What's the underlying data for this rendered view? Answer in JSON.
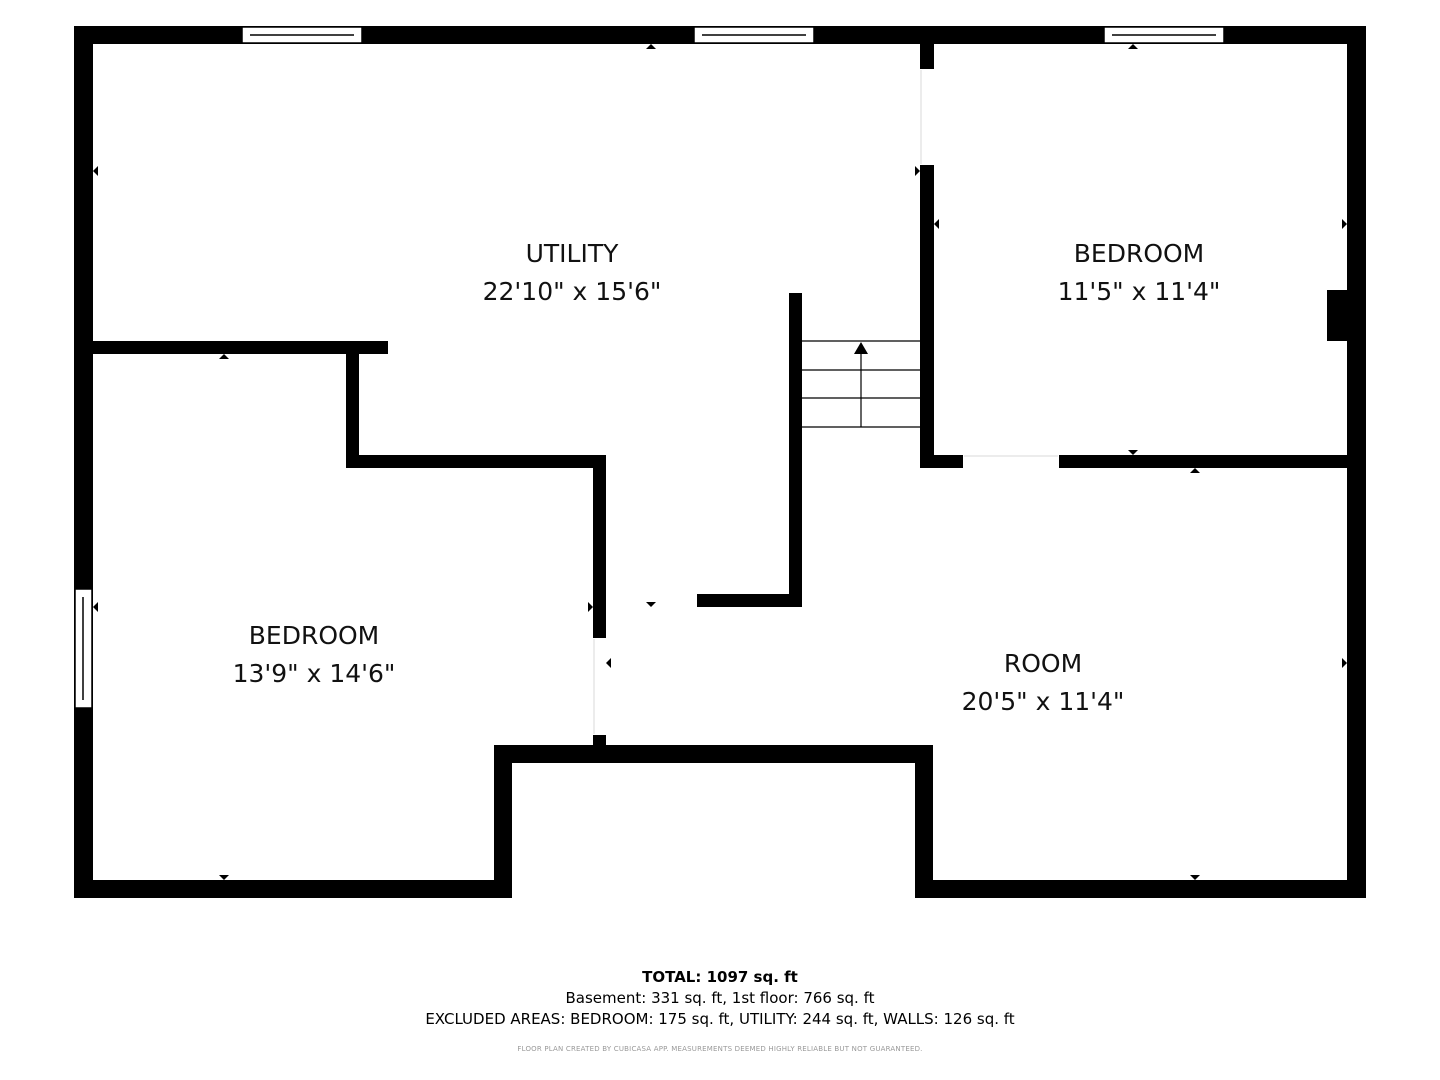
{
  "rooms": {
    "utility": {
      "name": "UTILITY",
      "dims": "22'10\" x 15'6\""
    },
    "bedroom_upper_right": {
      "name": "BEDROOM",
      "dims": "11'5\" x 11'4\""
    },
    "bedroom_left": {
      "name": "BEDROOM",
      "dims": "13'9\" x 14'6\""
    },
    "room": {
      "name": "ROOM",
      "dims": "20'5\" x 11'4\""
    }
  },
  "summary": {
    "total": "TOTAL: 1097 sq. ft",
    "floors": "Basement: 331 sq. ft, 1st floor: 766 sq. ft",
    "excluded": "EXCLUDED AREAS: BEDROOM: 175 sq. ft, UTILITY: 244 sq. ft, WALLS: 126 sq. ft",
    "disclaimer": "FLOOR PLAN CREATED BY CUBICASA APP. MEASUREMENTS DEEMED HIGHLY RELIABLE BUT NOT GUARANTEED."
  },
  "colors": {
    "wall": "#000000",
    "background": "#ffffff"
  }
}
